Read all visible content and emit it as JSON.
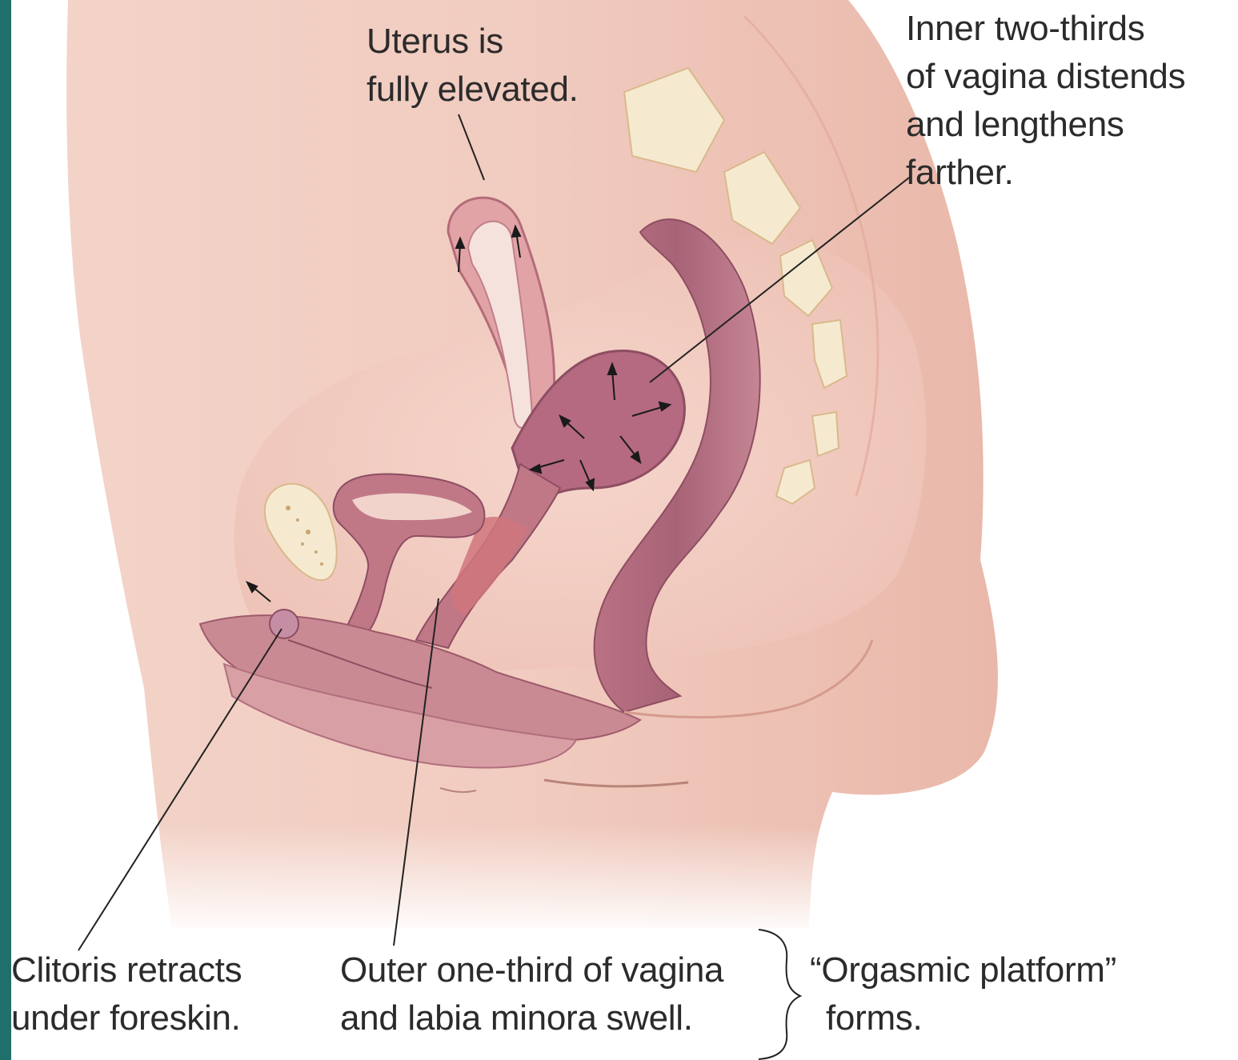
{
  "labels": {
    "uterus": [
      "Uterus is",
      "fully elevated."
    ],
    "inner_vagina": [
      "Inner two-thirds",
      "of vagina distends",
      "and lengthens",
      "farther."
    ],
    "clitoris": [
      "Clitoris retracts",
      "under foreskin."
    ],
    "outer_vagina": [
      "Outer one-third of vagina",
      "and labia minora swell."
    ],
    "orgasmic_platform": [
      "“Orgasmic platform”",
      "forms."
    ]
  },
  "colors": {
    "left_edge_band": "#1f6f6a",
    "skin_light": "#f6dcd2",
    "skin_mid": "#eebfb2",
    "tissue": "#c98a93",
    "tissue_dark": "#9e5a6c",
    "bone": "#f5ead0",
    "text": "#2b2b2b"
  }
}
